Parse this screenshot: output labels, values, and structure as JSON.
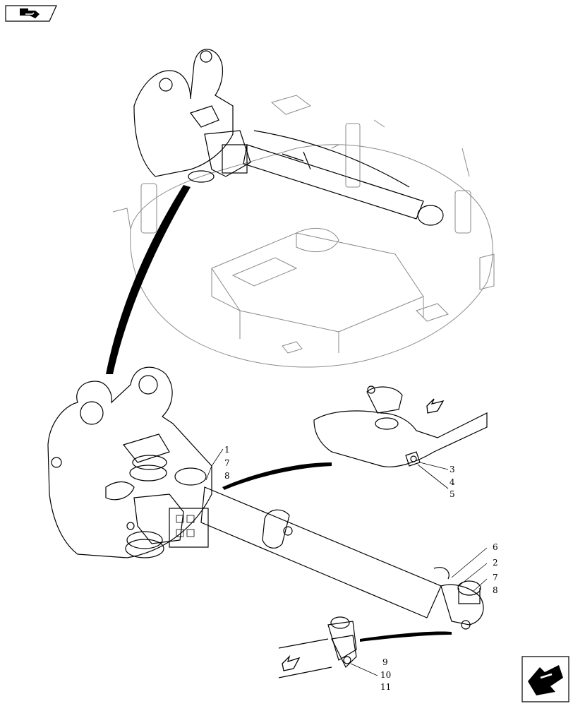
{
  "callouts": {
    "c1": "1",
    "c7a": "7",
    "c8a": "8",
    "c3": "3",
    "c4": "4",
    "c5": "5",
    "c6": "6",
    "c2": "2",
    "c7b": "7",
    "c8b": "8",
    "c9": "9",
    "c10": "10",
    "c11": "11"
  },
  "icons": {
    "top_left": "view-direction-icon",
    "bottom_right": "view-direction-icon"
  },
  "colors": {
    "line": "#000000",
    "background_line": "#8a8a8a",
    "paper": "#ffffff"
  }
}
